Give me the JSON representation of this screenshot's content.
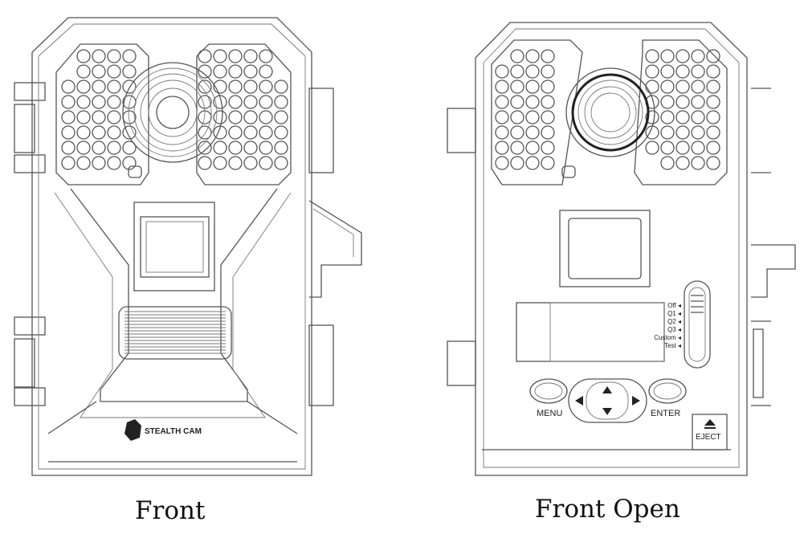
{
  "captions": {
    "front": "Front",
    "front_open": "Front Open"
  },
  "logo": {
    "text": "STEALTH CAM"
  },
  "controls": {
    "menu": "MENU",
    "enter": "ENTER",
    "eject": "EJECT",
    "switch_positions": [
      "Off",
      "Q1",
      "Q2",
      "Q3",
      "Custom",
      "Test"
    ]
  }
}
